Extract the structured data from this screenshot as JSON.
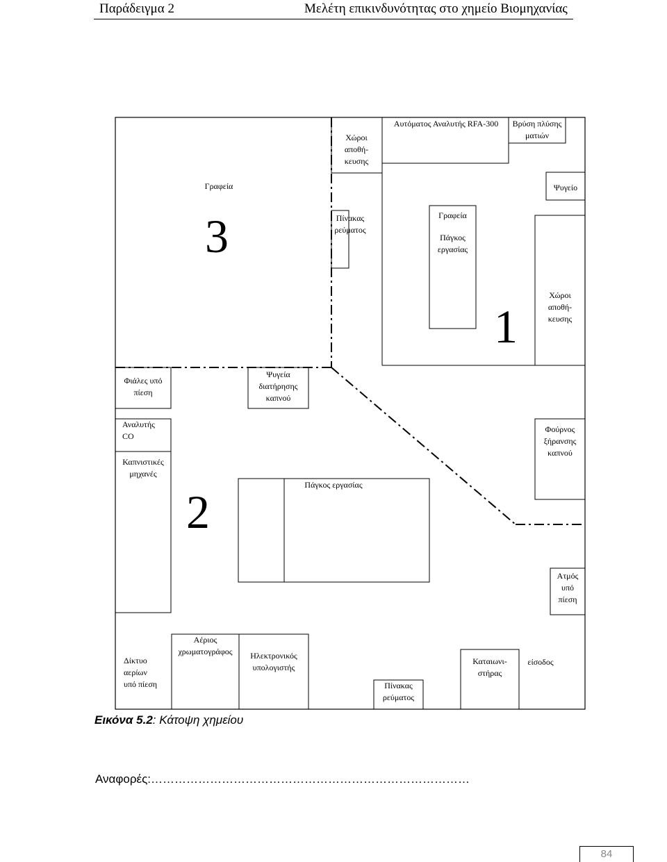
{
  "header": {
    "left": "Παράδειγμα 2",
    "right": "Μελέτη επικινδυνότητας στο χημείο Βιομηχανίας"
  },
  "zones": {
    "z1": "1",
    "z2": "2",
    "z3": "3"
  },
  "labels": {
    "storage_top": [
      "Χώροι",
      "αποθή-",
      "κευσης"
    ],
    "analyzer_rfa": "Αυτόματος Αναλυτής RFA-300",
    "eyewash": [
      "Βρύση πλύσης",
      "ματιών"
    ],
    "offices_left": "Γραφεία",
    "fridge": "Ψυγείο",
    "panel_top": [
      "Πίνακας",
      "ρεύματος"
    ],
    "offices_mid": "Γραφεία",
    "bench_top": [
      "Πάγκος",
      "εργασίας"
    ],
    "storage_right": [
      "Χώροι",
      "αποθή-",
      "κευσης"
    ],
    "cylinders": [
      "Φιάλες υπό",
      "πίεση"
    ],
    "smoke_fridges": [
      "Ψυγεία",
      "διατήρησης",
      "καπνού"
    ],
    "co_analyzer": [
      "Αναλυτής",
      "CO"
    ],
    "smoking_machines": [
      "Καπνιστικές",
      "μηχανές"
    ],
    "drying_oven": [
      "Φούρνος",
      "ξήρανσης",
      "καπνού"
    ],
    "bench_main": "Πάγκος εργασίας",
    "steam": [
      "Ατμός",
      "υπό",
      "πίεση"
    ],
    "gas_network": [
      "Δίκτυο",
      "αερίων",
      "υπό πίεση"
    ],
    "gas_chromatograph": [
      "Αέριος",
      "χρωματογράφος"
    ],
    "computer": [
      "Ηλεκτρονικός",
      "υπολογιστής"
    ],
    "panel_bottom": [
      "Πίνακας",
      "ρεύματος"
    ],
    "extinguisher": [
      "Καταιωνι-",
      "στήρας"
    ],
    "entrance": "είσοδος"
  },
  "caption": {
    "prefix": "Εικόνα 5.2",
    "text": ": Κάτοψη χημείου"
  },
  "references": {
    "label": "Αναφορές:",
    "dots": "………………………………………………………………………"
  },
  "page_number": "84"
}
